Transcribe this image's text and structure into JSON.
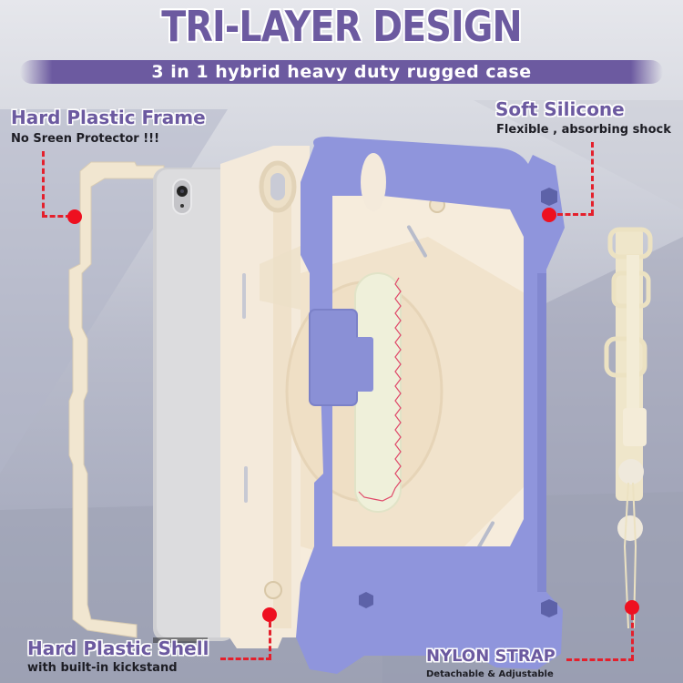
{
  "header": {
    "title": "TRI-LAYER DESIGN",
    "subtitle": "3 in 1 hybrid heavy duty rugged case"
  },
  "callouts": [
    {
      "id": "hard-plastic-frame",
      "title": "Hard Plastic Frame",
      "subtitle": "No Sreen Protector !!!"
    },
    {
      "id": "soft-silicone",
      "title": "Soft Silicone",
      "subtitle": "Flexible , absorbing shock"
    },
    {
      "id": "hard-plastic-shell",
      "title": "Hard Plastic Shell",
      "subtitle": "with built-in kickstand"
    },
    {
      "id": "nylon-strap",
      "title": "NYLON STRAP",
      "subtitle": "Detachable & Adjustable"
    }
  ],
  "colors": {
    "brand_purple": "#6c5aa0",
    "silicone_lavender": "#8f95dc",
    "plastic_cream": "#f3e8d3",
    "marker_red": "#ee1020",
    "tablet_silver": "#d4d4d6"
  }
}
